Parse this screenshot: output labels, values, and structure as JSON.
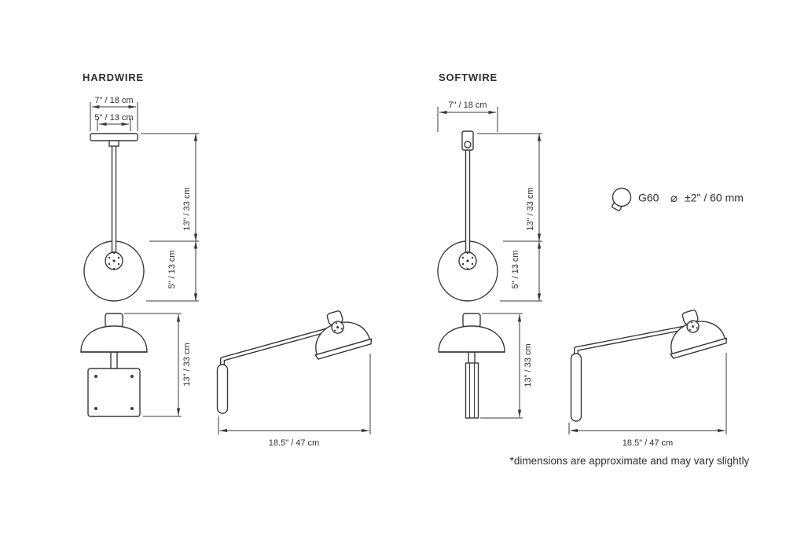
{
  "meta": {
    "background_color": "#ffffff",
    "line_color": "#3a3a3a",
    "text_color": "#2e2e2e",
    "footnote": "*dimensions are approximate and may vary slightly"
  },
  "hardwire": {
    "title": "HARDWIRE",
    "pendant_view": {
      "canopy_width": "7\" / 18 cm",
      "inner_canopy_width": "5\" / 13 cm",
      "rod_drop": "13\" / 33 cm",
      "globe_diameter": "5\" / 13 cm"
    },
    "shade_view": {
      "overall_height": "13\" / 33 cm"
    },
    "arm_view": {
      "arm_reach": "18.5\" / 47 cm"
    }
  },
  "softwire": {
    "title": "SOFTWIRE",
    "pendant_view": {
      "canopy_width": "7\" / 18 cm",
      "rod_drop": "13\" / 33 cm",
      "globe_diameter": "5\" / 13 cm"
    },
    "shade_view": {
      "overall_height": "13\" / 33 cm"
    },
    "arm_view": {
      "arm_reach": "18.5\" / 47 cm"
    }
  },
  "bulb_spec": {
    "bulb_name": "G60",
    "diameter_symbol": "⌀",
    "diameter_tolerance": "±2\" / 60 mm"
  }
}
